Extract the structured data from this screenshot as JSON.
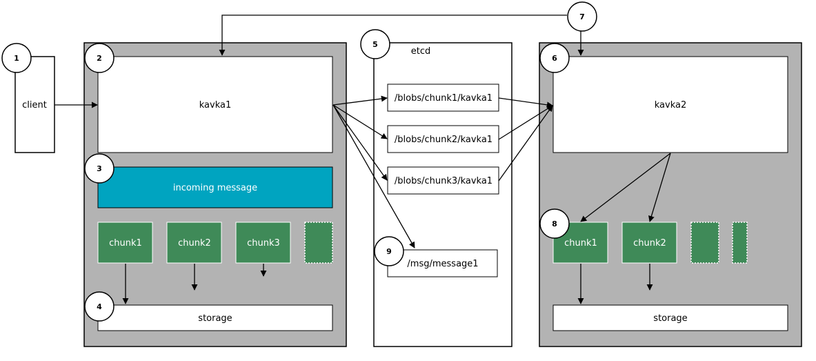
{
  "client": {
    "label": "client"
  },
  "node1": {
    "title": "kavka1",
    "incoming": "incoming message",
    "chunks": [
      "chunk1",
      "chunk2",
      "chunk3"
    ],
    "storage": "storage"
  },
  "etcd": {
    "title": "etcd",
    "keys": [
      "/blobs/chunk1/kavka1",
      "/blobs/chunk2/kavka1",
      "/blobs/chunk3/kavka1"
    ],
    "message": "/msg/message1"
  },
  "node2": {
    "title": "kavka2",
    "chunks": [
      "chunk1",
      "chunk2"
    ],
    "storage": "storage"
  },
  "steps": [
    "1",
    "2",
    "3",
    "4",
    "5",
    "6",
    "7",
    "8",
    "9"
  ],
  "colors": {
    "server_bg": "#b3b3b3",
    "incoming_bg": "#00a4c0",
    "chunk_bg": "#3f8a58",
    "chunk_text": "#ffffff",
    "line": "#000000"
  }
}
